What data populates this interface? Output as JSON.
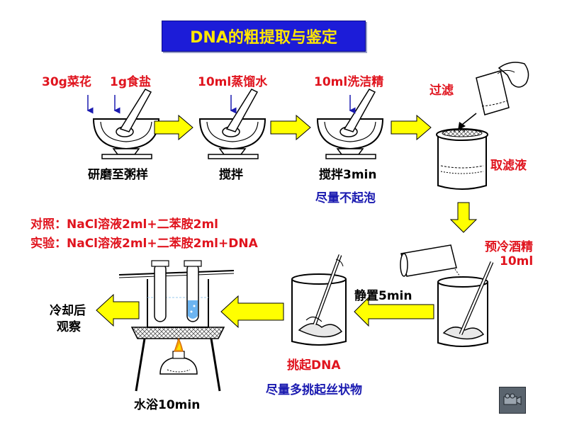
{
  "title": "DNA的粗提取与鉴定",
  "steps": {
    "step1": {
      "ingredient_a": "30g菜花",
      "ingredient_b": "1g食盐",
      "caption": "研磨至粥样"
    },
    "step2": {
      "ingredient": "10ml蒸馏水",
      "caption": "搅拌"
    },
    "step3": {
      "ingredient": "10ml洗洁精",
      "caption": "搅拌3min",
      "note": "尽量不起泡"
    },
    "step4": {
      "action": "过滤",
      "caption": "取滤液"
    },
    "step5": {
      "ingredient_line1": "预冷酒精",
      "ingredient_line2": "10ml"
    },
    "step6": {
      "caption": "静置5min"
    },
    "step7": {
      "caption": "挑起DNA",
      "note": "尽量多挑起丝状物"
    },
    "step8": {
      "caption": "水浴10min"
    },
    "step9": {
      "line1": "冷却后",
      "line2": "观察"
    }
  },
  "comparison": {
    "control": "对照：NaCl溶液2ml+二苯胺2ml",
    "experiment": "实验：NaCl溶液2ml+二苯胺2ml+DNA"
  },
  "colors": {
    "title_bg": "#1c1cd8",
    "title_text": "#ffe600",
    "arrow_fill": "#ffff00",
    "red_text": "#e0141e",
    "blue_text": "#1a1ab0"
  },
  "icons": {
    "video_button": "film-camera-icon"
  }
}
